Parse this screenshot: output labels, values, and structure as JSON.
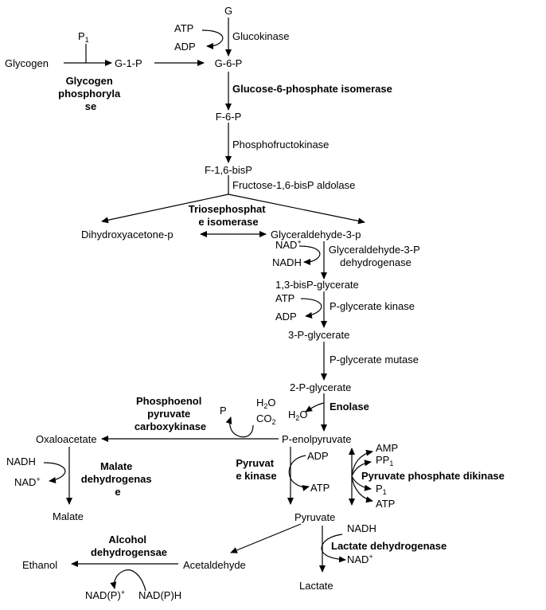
{
  "metabolites": {
    "g": "G",
    "glycogen": "Glycogen",
    "g1p": "G-1-P",
    "g6p": "G-6-P",
    "f6p": "F-6-P",
    "f16bp": "F-1,6-bisP",
    "dhap": "Dihydroxyacetone-p",
    "gap": "Glyceraldehyde-3-p",
    "bpg": "1,3-bisP-glycerate",
    "pg3": "3-P-glycerate",
    "pg2": "2-P-glycerate",
    "pep": "P-enolpyruvate",
    "oaa": "Oxaloacetate",
    "malate": "Malate",
    "pyruvate": "Pyruvate",
    "acetaldehyde": "Acetaldehyde",
    "ethanol": "Ethanol",
    "lactate": "Lactate"
  },
  "enzymes": {
    "glucokinase": "Glucokinase",
    "glycogen_phosphorylase": [
      "Glycogen",
      "phosphoryla",
      "se"
    ],
    "g6p_isomerase": "Glucose-6-phosphate isomerase",
    "pfk": "Phosphofructokinase",
    "aldolase": "Fructose-1,6-bisP aldolase",
    "tpi": [
      "Triosephosphat",
      "e isomerase"
    ],
    "gapdh": [
      "Glyceraldehyde-3-P",
      "dehydrogenase"
    ],
    "pgk": "P-glycerate kinase",
    "pgm": "P-glycerate mutase",
    "enolase": "Enolase",
    "pepck": [
      "Phosphoenol",
      "pyruvate",
      "carboxykinase"
    ],
    "mdh": [
      "Malate",
      "dehydrogenas",
      "e"
    ],
    "pyruvate_kinase": [
      "Pyruvat",
      "e kinase"
    ],
    "ppdk": "Pyruvate phosphate dikinase",
    "ldh": "Lactate dehydrogenase",
    "adh": [
      "Alcohol",
      "dehydrogensae"
    ]
  },
  "cofactors": {
    "pi_glycogen": "P",
    "pi_glycogen_sub": "1",
    "atp_gk": "ATP",
    "adp_gk": "ADP",
    "nad_gapdh": "NAD",
    "nad_gapdh_sup": "+",
    "nadh_gapdh": "NADH",
    "adp_pgk": "ADP",
    "atp_pgk": "ATP",
    "h2o_enolase": "H",
    "h2o_enolase_sub": "2",
    "h2o_enolase_end": "O",
    "p_pepck": "P",
    "h2o_pepck": "H",
    "h2o_pepck_sub": "2",
    "h2o_pepck_end": "O",
    "co2_pepck": "CO",
    "co2_pepck_sub": "2",
    "nadh_mdh": "NADH",
    "nad_mdh": "NAD",
    "nad_mdh_sup": "+",
    "adp_pk": "ADP",
    "atp_pk": "ATP",
    "amp_ppdk": "AMP",
    "ppi_ppdk": "PP",
    "ppi_ppdk_sub": "1",
    "pi_ppdk": "P",
    "pi_ppdk_sub": "1",
    "atp_ppdk": "ATP",
    "nadh_ldh": "NADH",
    "nad_ldh": "NAD",
    "nad_ldh_sup": "+",
    "nadp_adh": "NAD(P)",
    "nadp_adh_sup": "+",
    "nadph_adh": "NAD(P)H"
  }
}
